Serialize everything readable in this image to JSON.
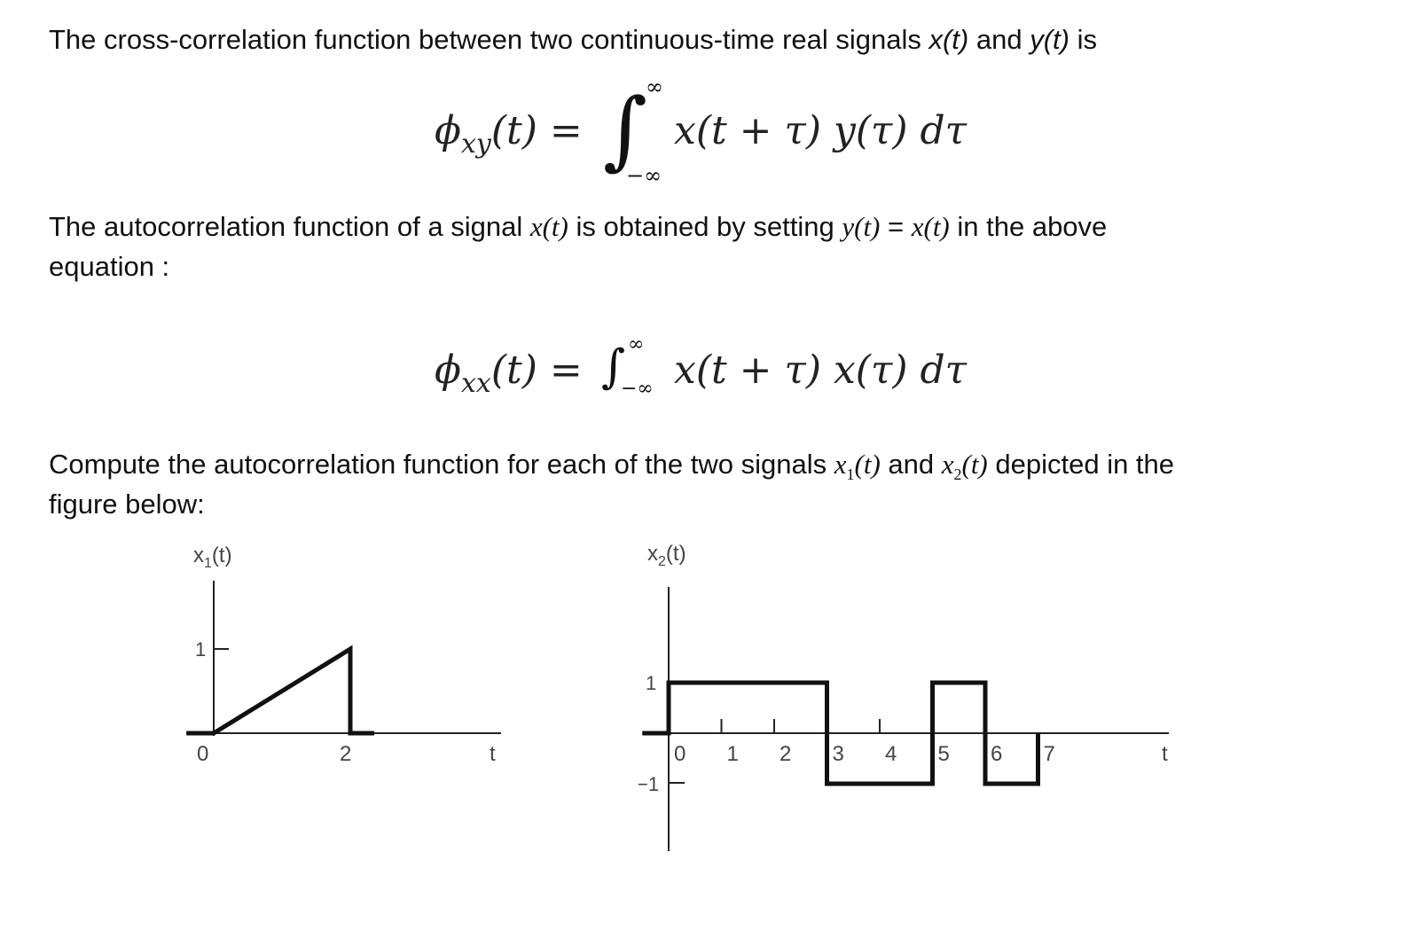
{
  "intro": {
    "text_before": "The cross-correlation function between two continuous-time real signals ",
    "x_of_t": "x(t)",
    "and": " and ",
    "y_of_t": "y(t)",
    "text_after": " is"
  },
  "eq1": {
    "lhs": "ϕ",
    "lhs_sub": "xy",
    "lhs_arg": "(t) =",
    "integral": "∫",
    "upper": "∞",
    "lower": "−∞",
    "integrand_a": "x(t + τ) y(τ) dτ"
  },
  "auto": {
    "part1": "The autocorrelation function of a signal ",
    "x_t": "x(t)",
    "part2": " is obtained by setting ",
    "y_t": "y(t)",
    "eq": " = ",
    "x_t2": "x(t)",
    "part3": " in the above",
    "line2": "equation :"
  },
  "eq2": {
    "lhs": "ϕ",
    "lhs_sub": "xx",
    "lhs_arg": "(t) =",
    "integral": "∫",
    "upper": "∞",
    "lower": "−∞",
    "integrand": "x(t + τ) x(τ) dτ"
  },
  "compute": {
    "part1": "Compute the autocorrelation function for each of the two signals ",
    "x1": "x",
    "x1_sub": "1",
    "x1_arg": "(t)",
    "and": " and ",
    "x2": "x",
    "x2_sub": "2",
    "x2_arg": "(t)",
    "part2": " depicted in the",
    "line2": "figure below:"
  },
  "plot1": {
    "ylabel_main": "x",
    "ylabel_sub": "1",
    "ylabel_arg": "(t)",
    "ytick": "1",
    "xticks": [
      "0",
      "2"
    ],
    "xlabel": "t",
    "points": [
      [
        0,
        0
      ],
      [
        2,
        1
      ]
    ]
  },
  "plot2": {
    "ylabel_main": "x",
    "ylabel_sub": "2",
    "ylabel_arg": "(t)",
    "ytick_pos": "1",
    "ytick_neg": "−1",
    "xticks": [
      "0",
      "1",
      "2",
      "3",
      "4",
      "5",
      "6",
      "7"
    ],
    "xlabel": "t",
    "segments": [
      [
        0,
        3,
        1
      ],
      [
        3,
        5,
        -1
      ],
      [
        5,
        6,
        1
      ],
      [
        6,
        7,
        -1
      ]
    ]
  }
}
